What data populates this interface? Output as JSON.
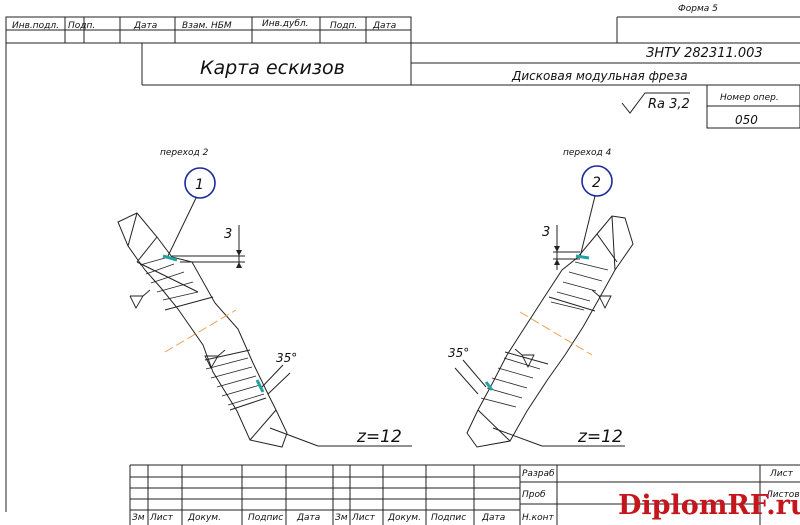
{
  "forma_label": "Форма 5",
  "doc_number": "ЗНТУ 282311.003",
  "card_title": "Карта ескизов",
  "part_name": "Дисковая модульная фреза",
  "roughness": "Ra 3,2",
  "operation": {
    "header": "Номер опер.",
    "value": "050"
  },
  "top_stamp": [
    "Инв.подл.",
    "Подп.",
    "Дата",
    "Взам. НБМ",
    "Инв.дубл.",
    "Подп.",
    "Дата"
  ],
  "left_sketch": {
    "caption": "переход 2",
    "marker": "1",
    "dim": "3",
    "angle": "35°",
    "teeth": "z=12"
  },
  "right_sketch": {
    "caption": "переход 4",
    "marker": "2",
    "dim": "3",
    "angle": "35°",
    "teeth": "z=12"
  },
  "bottom_stamp": {
    "cols": [
      "Зм",
      "Лист",
      "Докум.",
      "Подпис",
      "Дата",
      "Зм",
      "Лист",
      "Докум.",
      "Подпис",
      "Дата"
    ],
    "rows": [
      "Разраб",
      "Проб",
      "Н.конт"
    ],
    "right": [
      "Лист",
      "Листов"
    ]
  },
  "watermark": "DiplomRF.ru",
  "colors": {
    "marker": "#1b2a9c",
    "axis": "#f0a050",
    "accent": "#1fa3a0",
    "watermark": "#c4161c"
  }
}
